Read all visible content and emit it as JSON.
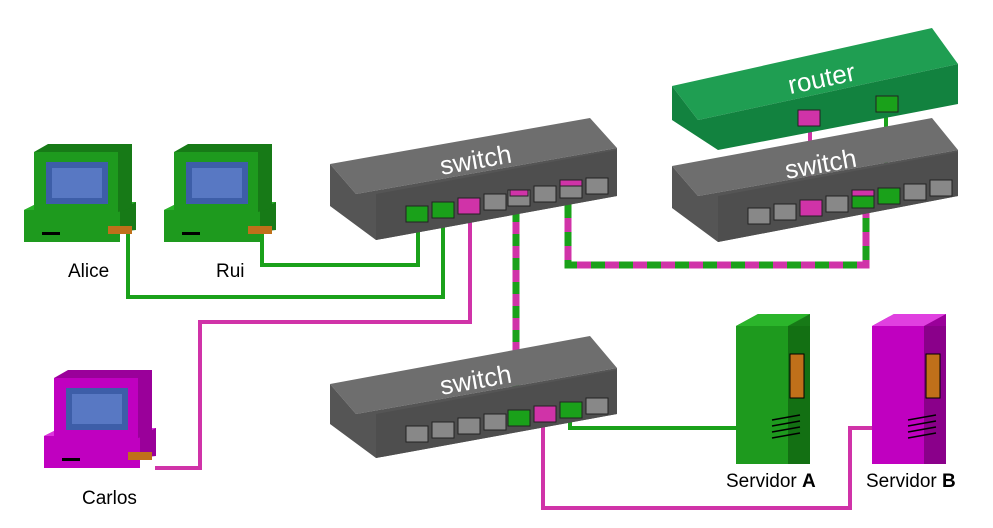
{
  "colors": {
    "vlan_green": "#1aa11a",
    "vlan_magenta": "#d033a8",
    "switch_top": "#6e6e6e",
    "switch_front": "#505050",
    "router_top": "#1c9b50",
    "router_front": "#10803d",
    "pc_green": "#1e9a1e",
    "pc_magenta": "#c000c0"
  },
  "devices": {
    "switch_top": {
      "label": "switch"
    },
    "switch_bottom": {
      "label": "switch"
    },
    "switch_right": {
      "label": "switch"
    },
    "router": {
      "label": "router"
    }
  },
  "hosts": {
    "alice": {
      "label": "Alice",
      "color": "green",
      "icon": "desktop-computer-icon"
    },
    "rui": {
      "label": "Rui",
      "color": "green",
      "icon": "desktop-computer-icon"
    },
    "carlos": {
      "label": "Carlos",
      "color": "magenta",
      "icon": "desktop-computer-icon"
    },
    "server_a": {
      "label_prefix": "Servidor ",
      "label_suffix": "A",
      "color": "green",
      "icon": "server-tower-icon"
    },
    "server_b": {
      "label_prefix": "Servidor ",
      "label_suffix": "B",
      "color": "magenta",
      "icon": "server-tower-icon"
    }
  }
}
